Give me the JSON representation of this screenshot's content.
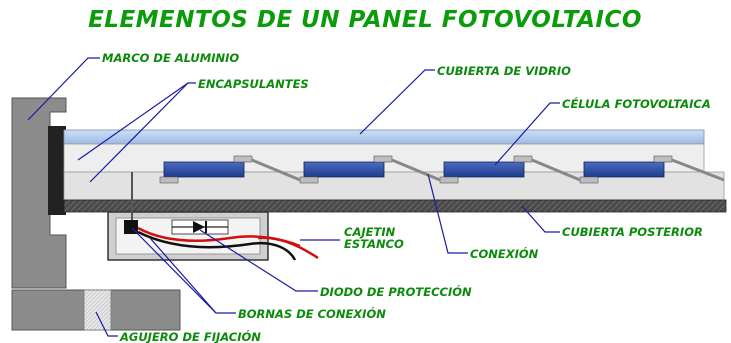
{
  "title": "ELEMENTOS DE UN PANEL FOTOVOLTAICO",
  "labels": {
    "frame": "MARCO DE ALUMINIO",
    "encapsulants": "ENCAPSULANTES",
    "glass": "CUBIERTA DE VIDRIO",
    "cell": "CÉLULA FOTOVOLTAICA",
    "junction_box_line1": "CAJETIN",
    "junction_box_line2": "ESTANCO",
    "back_cover": "CUBIERTA POSTERIOR",
    "connection": "CONEXIÓN",
    "diode": "DIODO DE PROTECCIÓN",
    "terminals": "BORNAS DE CONEXIÓN",
    "mounting_hole": "AGUJERO DE FIJACIÓN"
  },
  "colors": {
    "label_green": "#0b8a0b",
    "title_green": "#0a9c0a",
    "leader_blue": "#1a1aa0",
    "cell_blue": "#2c4fa8",
    "frame_gray": "#8c8c8c",
    "back_cover_dark": "#3a3a3a",
    "wire_red": "#d01010"
  }
}
